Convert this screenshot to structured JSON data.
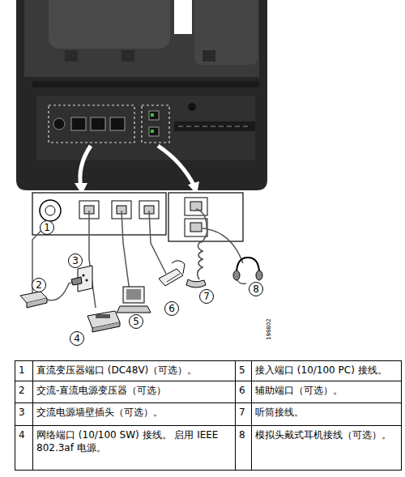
{
  "diagram": {
    "labels": [
      "1",
      "2",
      "3",
      "4",
      "5",
      "6",
      "7",
      "8",
      "198802",
      "1",
      "直流变压器端口 (DC48V)（可选）。",
      "5",
      "接入端口 (10/100 PC) 接线。",
      "2",
      "交流-直流电源变压器（可选）",
      "6",
      "辅助端口（可选）。",
      "3",
      "交流电源墙壁插头（可选）。",
      "7",
      "听筒接线。",
      "4",
      "网络端口 (10/100 SW) 接线。 启用 IEEE 802.3af 电源。",
      "8",
      "模拟头戴式耳机接线（可选）。"
    ]
  }
}
